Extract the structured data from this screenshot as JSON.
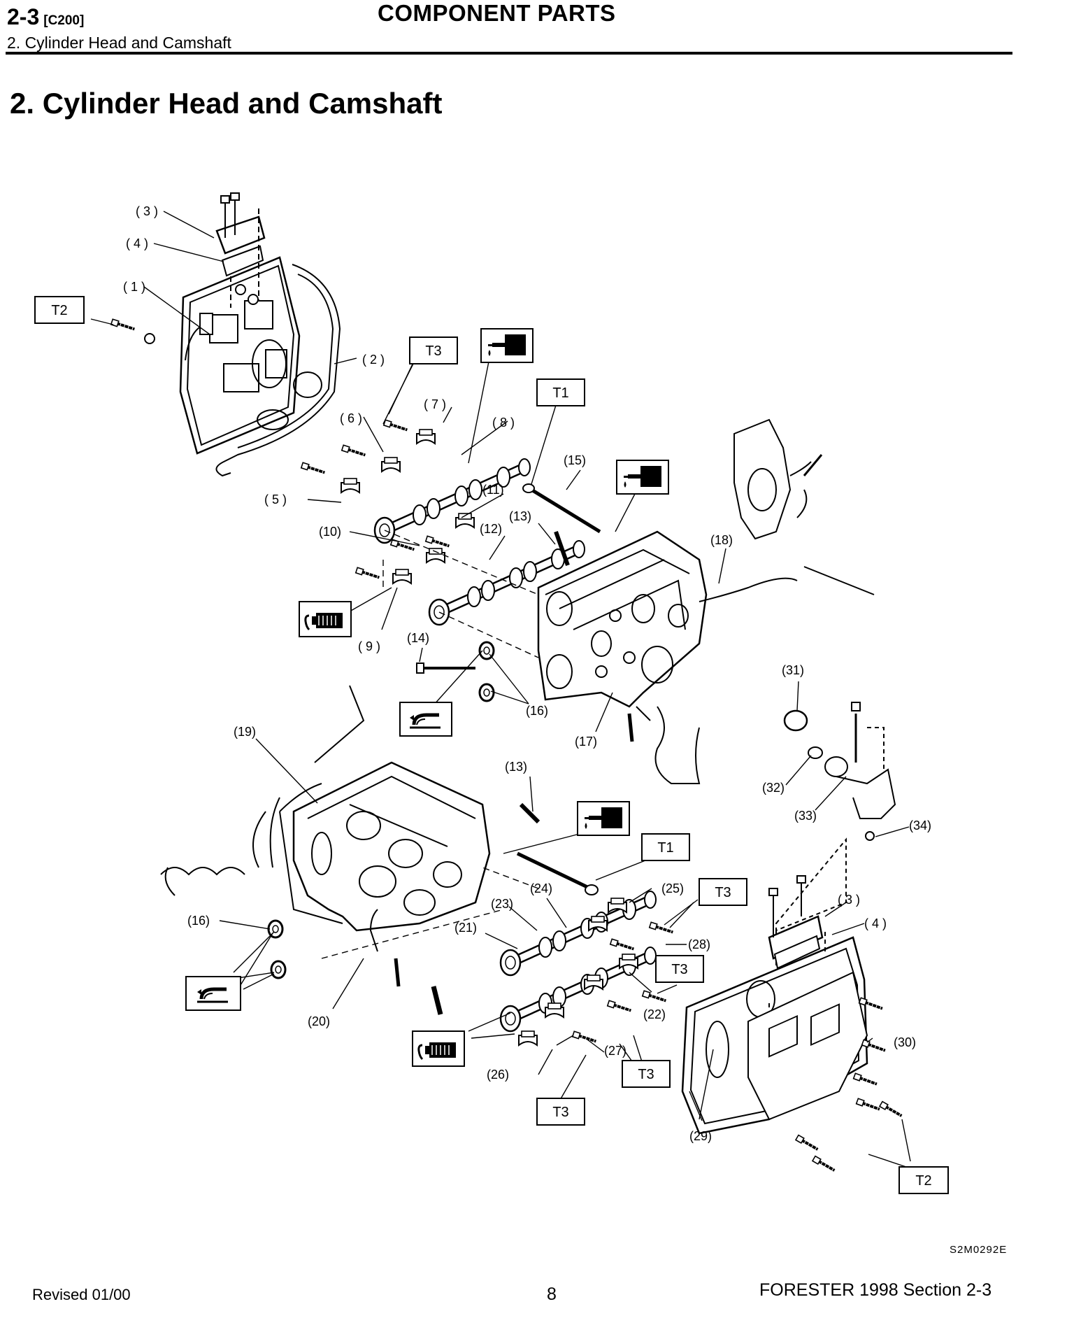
{
  "header": {
    "section_number": "2-3",
    "section_code": "[C200]",
    "subsection": "2.  Cylinder Head and Camshaft",
    "title": "COMPONENT PARTS"
  },
  "page_title": "2.  Cylinder Head and Camshaft",
  "callouts": [
    {
      "id": "c3a",
      "text": "( 3 )"
    },
    {
      "id": "c4a",
      "text": "( 4 )"
    },
    {
      "id": "c1",
      "text": "( 1 )"
    },
    {
      "id": "c2",
      "text": "( 2 )"
    },
    {
      "id": "c7",
      "text": "( 7 )"
    },
    {
      "id": "c8",
      "text": "( 8 )"
    },
    {
      "id": "c6",
      "text": "( 6 )"
    },
    {
      "id": "c15",
      "text": "(15)"
    },
    {
      "id": "c5",
      "text": "( 5 )"
    },
    {
      "id": "c11",
      "text": "(11)"
    },
    {
      "id": "c13a",
      "text": "(13)"
    },
    {
      "id": "c10",
      "text": "(10)"
    },
    {
      "id": "c12",
      "text": "(12)"
    },
    {
      "id": "c18",
      "text": "(18)"
    },
    {
      "id": "c9",
      "text": "( 9 )"
    },
    {
      "id": "c14",
      "text": "(14)"
    },
    {
      "id": "c16a",
      "text": "(16)"
    },
    {
      "id": "c17",
      "text": "(17)"
    },
    {
      "id": "c31",
      "text": "(31)"
    },
    {
      "id": "c19",
      "text": "(19)"
    },
    {
      "id": "c13b",
      "text": "(13)"
    },
    {
      "id": "c32",
      "text": "(32)"
    },
    {
      "id": "c33",
      "text": "(33)"
    },
    {
      "id": "c34",
      "text": "(34)"
    },
    {
      "id": "c24",
      "text": "(24)"
    },
    {
      "id": "c25",
      "text": "(25)"
    },
    {
      "id": "c3b",
      "text": "( 3 )"
    },
    {
      "id": "c4b",
      "text": "( 4 )"
    },
    {
      "id": "c16b",
      "text": "(16)"
    },
    {
      "id": "c23",
      "text": "(23)"
    },
    {
      "id": "c21",
      "text": "(21)"
    },
    {
      "id": "c28",
      "text": "(28)"
    },
    {
      "id": "c22",
      "text": "(22)"
    },
    {
      "id": "c20",
      "text": "(20)"
    },
    {
      "id": "c30",
      "text": "(30)"
    },
    {
      "id": "c27",
      "text": "(27)"
    },
    {
      "id": "c26",
      "text": "(26)"
    },
    {
      "id": "c29",
      "text": "(29)"
    }
  ],
  "torque_boxes": [
    {
      "id": "t2a",
      "text": "T2"
    },
    {
      "id": "t3a",
      "text": "T3"
    },
    {
      "id": "t1a",
      "text": "T1"
    },
    {
      "id": "t1b",
      "text": "T1"
    },
    {
      "id": "t3b",
      "text": "T3"
    },
    {
      "id": "t3c",
      "text": "T3"
    },
    {
      "id": "t3d",
      "text": "T3"
    },
    {
      "id": "t3e",
      "text": "T3"
    },
    {
      "id": "t2b",
      "text": "T2"
    }
  ],
  "symbol_boxes": [
    {
      "id": "s_grease_a",
      "icon": "grease-tube-icon"
    },
    {
      "id": "s_grease_b",
      "icon": "grease-tube-icon"
    },
    {
      "id": "s_grease_c",
      "icon": "grease-tube-icon"
    },
    {
      "id": "s_oil_a",
      "icon": "oil-can-icon"
    },
    {
      "id": "s_oil_b",
      "icon": "oil-can-icon"
    },
    {
      "id": "s_seal_a",
      "icon": "replace-seal-icon"
    },
    {
      "id": "s_seal_b",
      "icon": "replace-seal-icon"
    }
  ],
  "figure_code": "S2M0292E",
  "footer": {
    "revision": "Revised 01/00",
    "page_number": "8",
    "model_section": "FORESTER  1998  Section 2-3"
  }
}
